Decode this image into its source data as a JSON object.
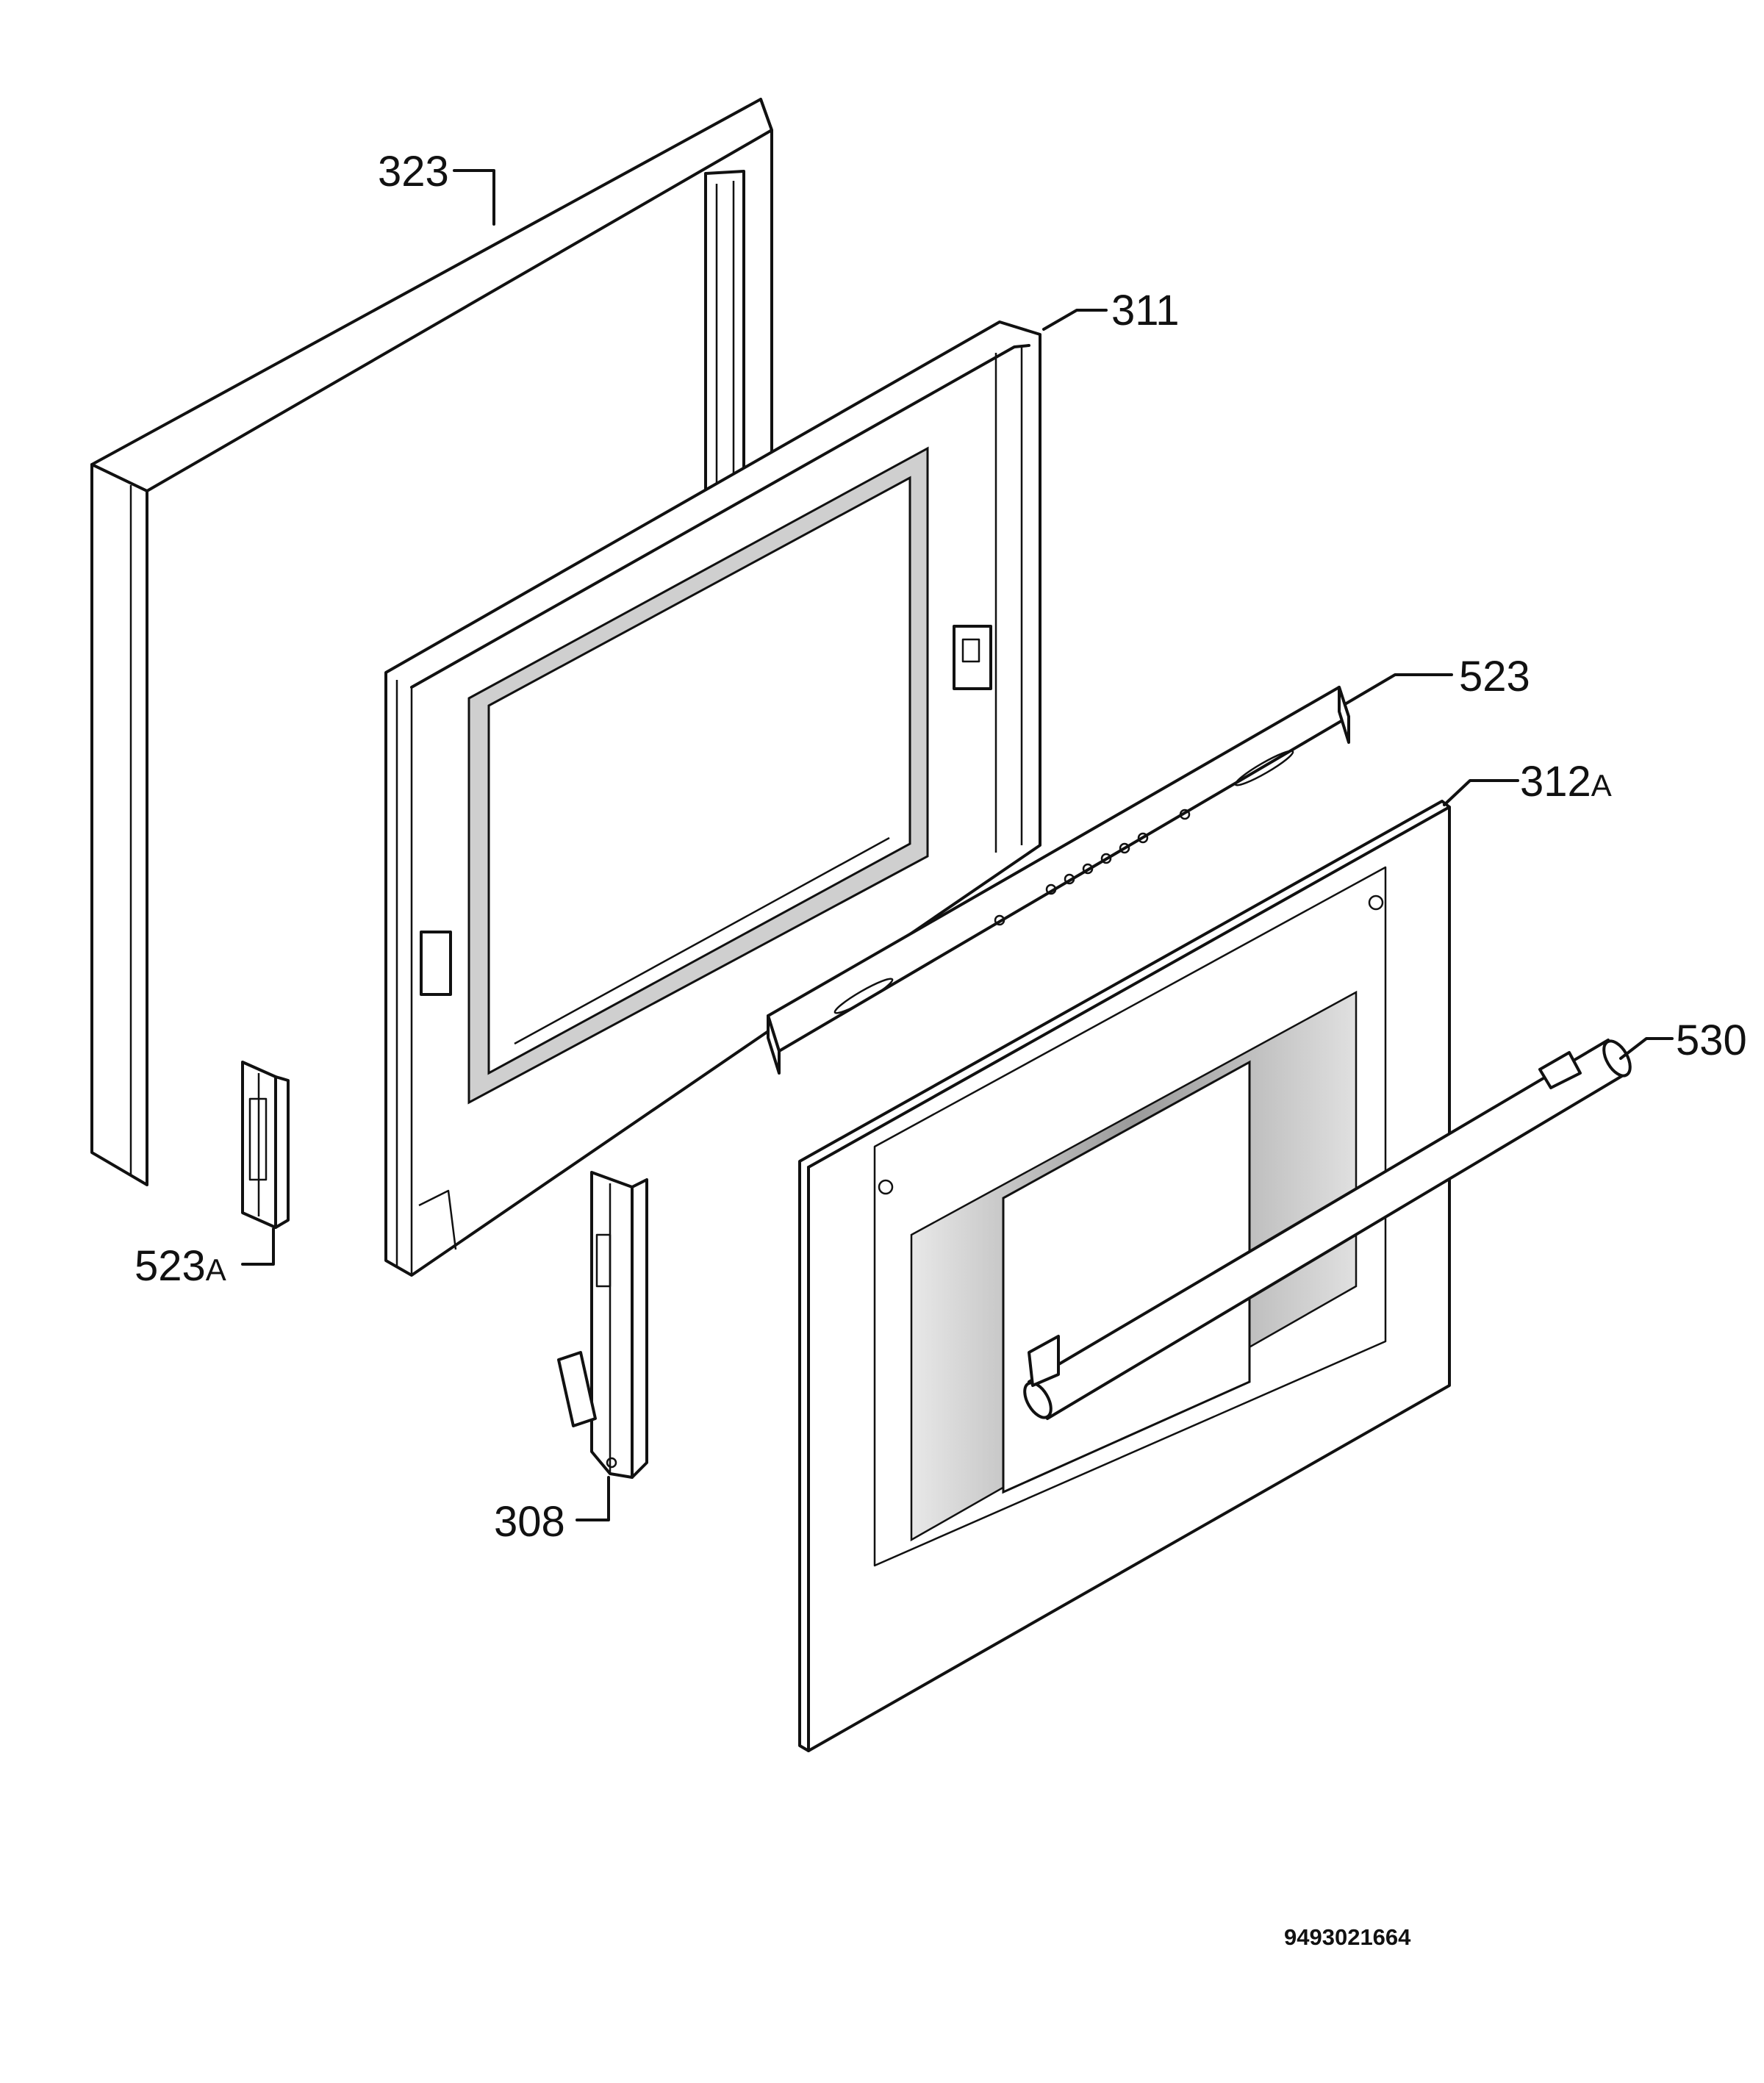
{
  "diagram": {
    "document_number": "9493021664",
    "parts": [
      {
        "id": "part-323",
        "label": "323"
      },
      {
        "id": "part-311",
        "label": "311"
      },
      {
        "id": "part-523",
        "label": "523"
      },
      {
        "id": "part-312a",
        "label": "312",
        "suffix": "A"
      },
      {
        "id": "part-530",
        "label": "530"
      },
      {
        "id": "part-523a",
        "label": "523",
        "suffix": "A"
      },
      {
        "id": "part-308",
        "label": "308"
      }
    ]
  }
}
